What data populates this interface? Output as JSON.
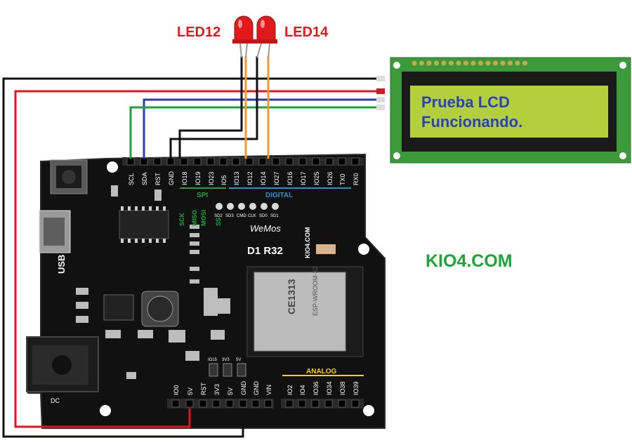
{
  "led_left": {
    "label": "LED12",
    "color": "#e01a1a"
  },
  "led_right": {
    "label": "LED14",
    "color": "#e01a1a"
  },
  "site_label": "KIO4.COM",
  "lcd": {
    "line1": "Prueba LCD",
    "line2": "Funcionando.",
    "bg": "#b3cf3c",
    "text_color": "#2a3fc4"
  },
  "board": {
    "brand": "WeMos",
    "model": "D1 R32",
    "site": "KIO4.COM",
    "usb_label": "USB",
    "dc_label": "DC",
    "chip_mark": "CE1313",
    "module_name": "ESP-WROOM-32",
    "top_pins": [
      "SCL",
      "SDA",
      "RST",
      "GND",
      "IO18",
      "IO19",
      "IO23",
      "IO5",
      "IO13",
      "IO12",
      "IO14",
      "IO27",
      "IO16",
      "IO17",
      "IO25",
      "IO26",
      "TX0",
      "RX0"
    ],
    "spi_label": "SPI",
    "digital_label": "DIGITAL",
    "spi_side": [
      "SCK",
      "MISO",
      "MOSI",
      "SS"
    ],
    "sd_pins": [
      "SD2",
      "SD3",
      "CMD",
      "CLK",
      "SD0",
      "SD1"
    ],
    "bottom_power_pins": [
      "IO0",
      "5V",
      "RST",
      "3V3",
      "5V",
      "GND",
      "GND",
      "VIN"
    ],
    "analog_label": "ANALOG",
    "analog_pins": [
      "IO2",
      "IO4",
      "IO36",
      "IO34",
      "IO38",
      "IO39"
    ],
    "jumper_labels": [
      "IO15",
      "3V3",
      "5V"
    ]
  },
  "wire_colors": {
    "black": "#111111",
    "red": "#e0141e",
    "blue": "#2a3ab8",
    "green": "#1aa43a",
    "orange": "#f29a2e"
  }
}
